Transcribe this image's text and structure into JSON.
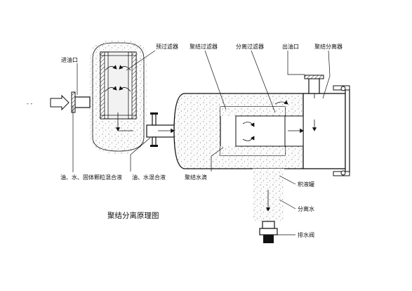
{
  "labels": {
    "inlet": "进油口",
    "primary_filter": "预过滤器",
    "coalescing_filter": "聚结过滤器",
    "separation_filter": "分离过滤器",
    "outlet": "出油口",
    "coalescing_separator": "聚结分离器",
    "mixed_liquid": "油、水、固体颗粒混合液",
    "oil_water_mix": "油、水混合液",
    "coalesced_water": "聚结水滴",
    "sump": "积液罐",
    "separated_water": "分离水",
    "drain_valve": "排水阀"
  },
  "caption": "聚结分离原理图",
  "inlet_marks": "- -"
}
